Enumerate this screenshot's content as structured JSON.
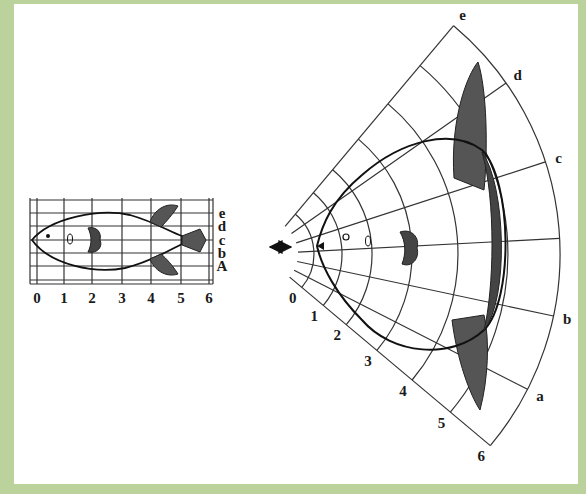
{
  "diagram": {
    "labels": [
      "0",
      "1",
      "2",
      "3",
      "4",
      "5",
      "6",
      "e",
      "d",
      "c",
      "b",
      "A",
      "0",
      "1",
      "2",
      "3",
      "4",
      "5",
      "6",
      "e",
      "d",
      "c",
      "b",
      "a"
    ]
  }
}
